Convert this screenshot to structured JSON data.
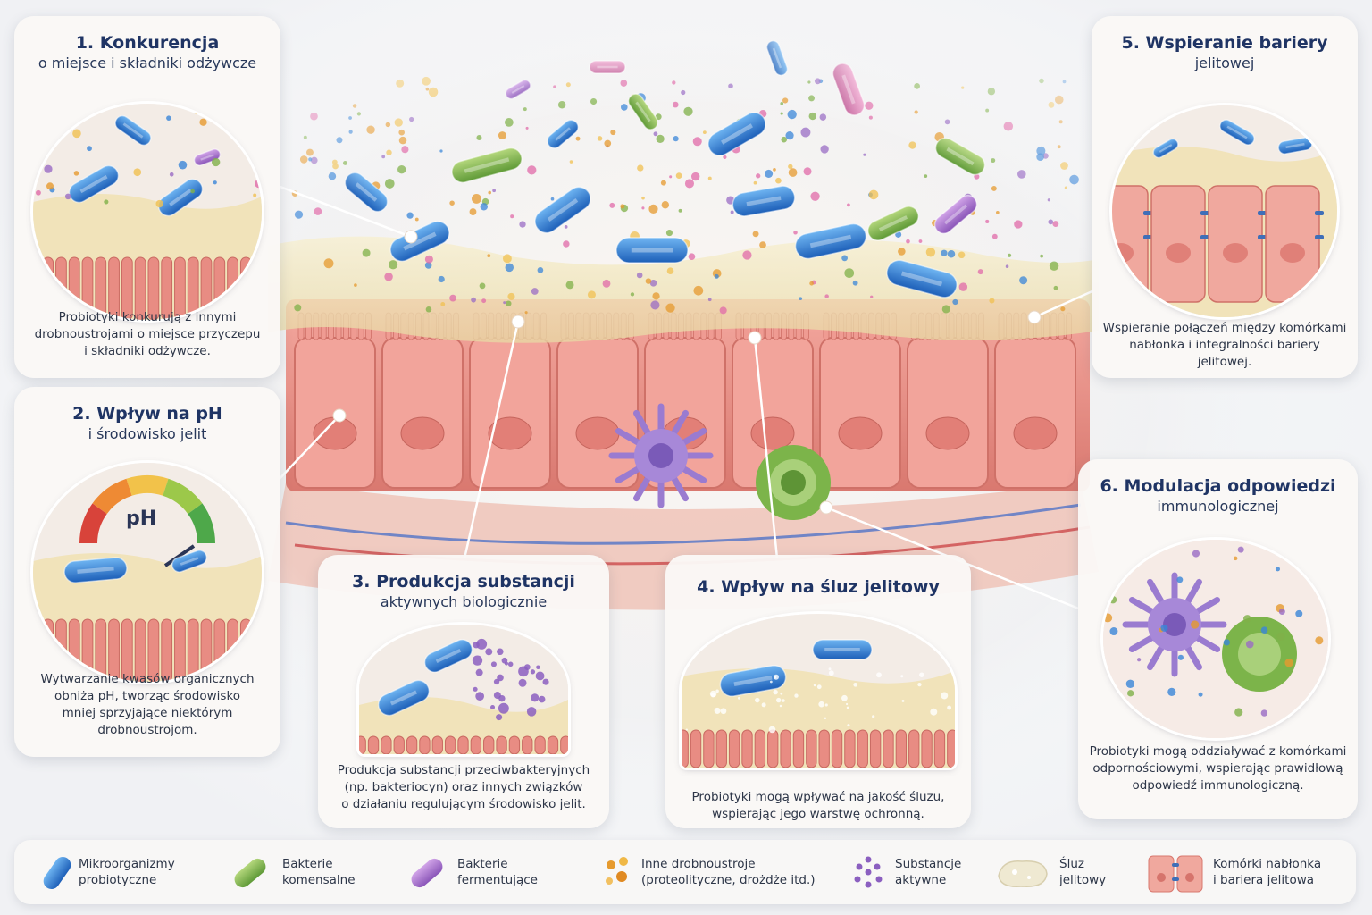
{
  "panels": [
    {
      "title": "1. Konkurencja",
      "subtitle": "o miejsce i składniki odżywcze",
      "body": [
        "Probiotyki konkurują z innymi",
        "drobnoustrojami o miejsce przyczepu",
        "i składniki odżywcze."
      ]
    },
    {
      "title": "2. Wpływ na pH",
      "subtitle": "i środowisko jelit",
      "gauge_label": "pH",
      "body": [
        "Wytwarzanie kwasów organicznych",
        "obniża pH, tworząc środowisko",
        "mniej sprzyjające niektórym",
        "drobnoustrojom."
      ]
    },
    {
      "title": "3. Produkcja substancji",
      "subtitle": "aktywnych biologicznie",
      "body": [
        "Produkcja substancji przeciwbakteryjnych",
        "(np. bakteriocyn) oraz innych związków",
        "o działaniu regulującym środowisko jelit."
      ]
    },
    {
      "title": "4. Wpływ na śluz jelitowy",
      "subtitle": "",
      "body": [
        "Probiotyki mogą wpływać na jakość śluzu,",
        "wspierając jego warstwę ochronną."
      ]
    },
    {
      "title": "5. Wspieranie bariery",
      "subtitle": "jelitowej",
      "body": [
        "Wspieranie połączeń między komórkami",
        "nabłonka i integralności bariery jelitowej."
      ]
    },
    {
      "title": "6. Modulacja odpowiedzi",
      "subtitle": "immunologicznej",
      "body": [
        "Probiotyki mogą oddziaływać z komórkami",
        "odpornościowymi, wspierając prawidłową",
        "odpowiedź immunologiczną."
      ]
    }
  ],
  "legend": [
    {
      "icon": "probiotic-bacterium-icon",
      "lines": [
        "Mikroorganizmy",
        "probiotyczne"
      ]
    },
    {
      "icon": "commensal-bacterium-icon",
      "lines": [
        "Bakterie",
        "komensalne"
      ]
    },
    {
      "icon": "fermenting-bacterium-icon",
      "lines": [
        "Bakterie",
        "fermentujące"
      ]
    },
    {
      "icon": "other-microbes-icon",
      "lines": [
        "Inne drobnoustroje",
        "(proteolityczne, drożdże itd.)"
      ]
    },
    {
      "icon": "active-substances-icon",
      "lines": [
        "Substancje",
        "aktywne"
      ]
    },
    {
      "icon": "mucus-icon",
      "lines": [
        "Śluz",
        "jelitowy"
      ]
    },
    {
      "icon": "epithelial-cells-icon",
      "lines": [
        "Komórki nabłonka",
        "i bariera jelitowa"
      ]
    }
  ],
  "colors": {
    "title": "#1f3464",
    "probiotic": "#3a86d8",
    "commensal": "#7fb048",
    "fermenting": "#9a6cc4",
    "other": "#e69a2e",
    "epithelium": "#e98e86",
    "mucus": "#efe3b8"
  }
}
